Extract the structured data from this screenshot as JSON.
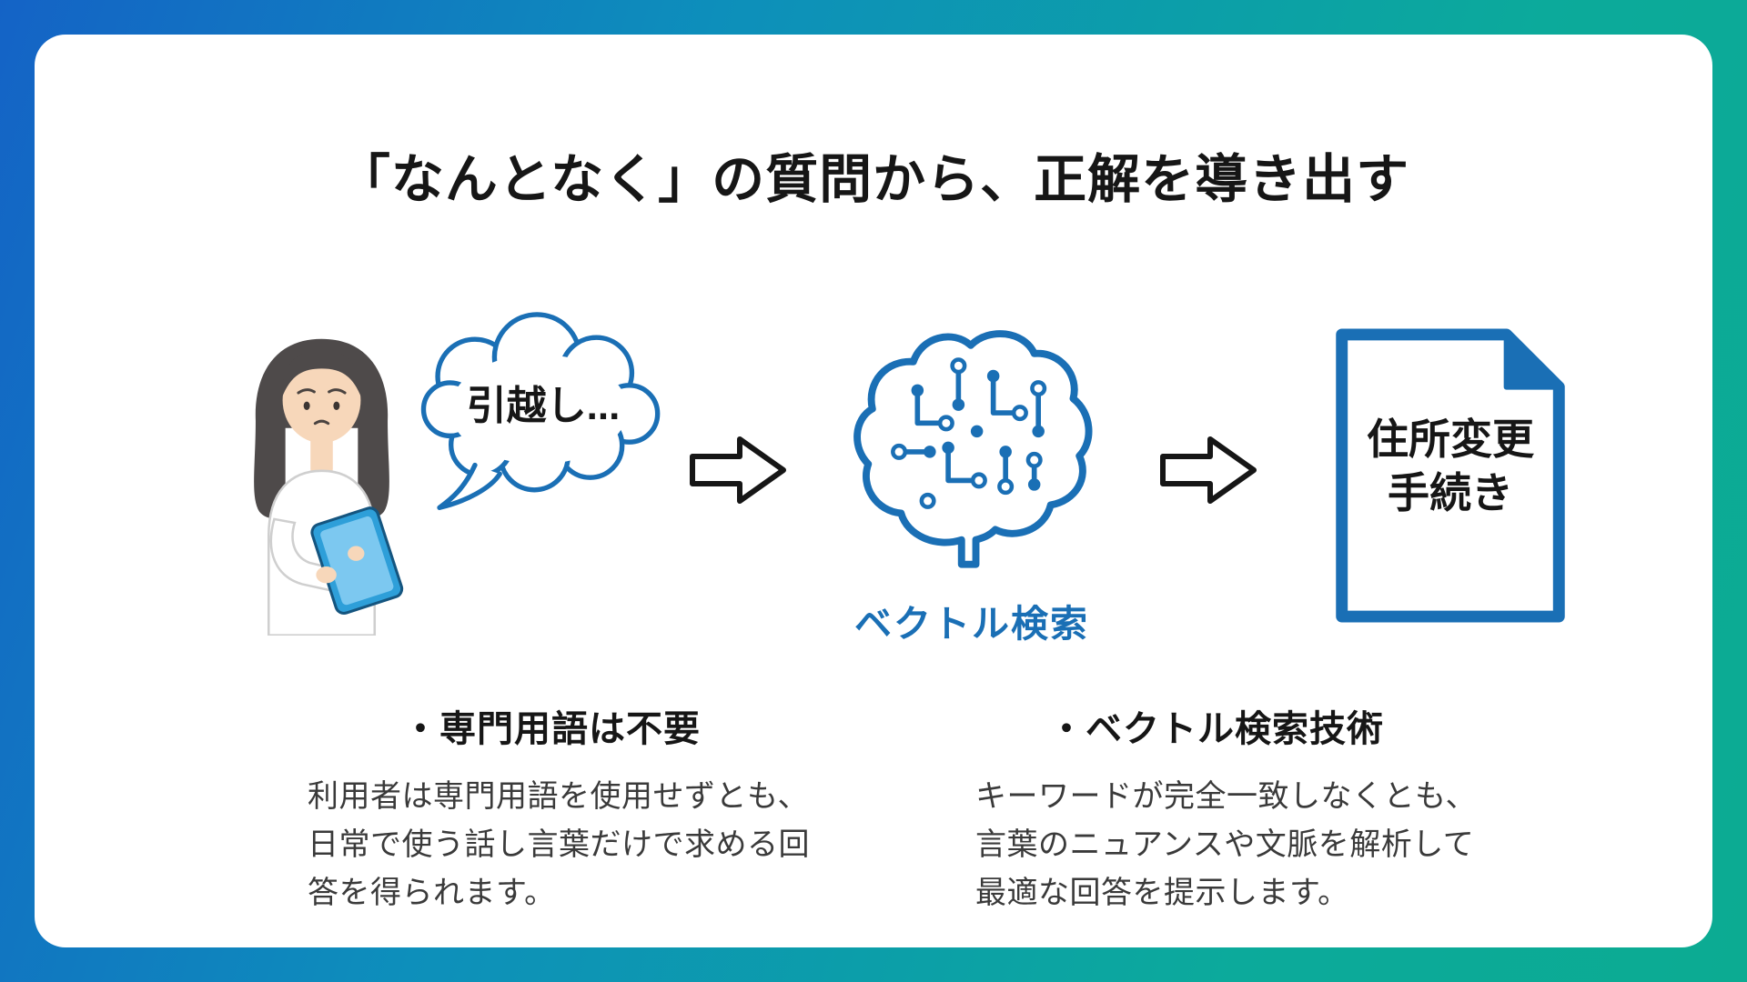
{
  "slide": {
    "title": "「なんとなく」の質問から、正解を導き出す"
  },
  "flow": {
    "bubble_text": "引越し...",
    "brain_label": "ベクトル検索",
    "document": {
      "line1": "住所変更",
      "line2": "手続き"
    }
  },
  "bullets": [
    {
      "heading": "・専門用語は不要",
      "lines": [
        "利用者は専門用語を使用せずとも、",
        "日常で使う話し言葉だけで求める回",
        "答を得られます。"
      ]
    },
    {
      "heading": "・ベクトル検索技術",
      "lines": [
        "キーワードが完全一致しなくとも、",
        "言葉のニュアンスや文脈を解析して",
        "最適な回答を提示します。"
      ]
    }
  ],
  "colors": {
    "accent": "#1a6fb5",
    "arrow_outline": "#161616",
    "gradient_start": "#1463c6",
    "gradient_end": "#0caa9b"
  }
}
